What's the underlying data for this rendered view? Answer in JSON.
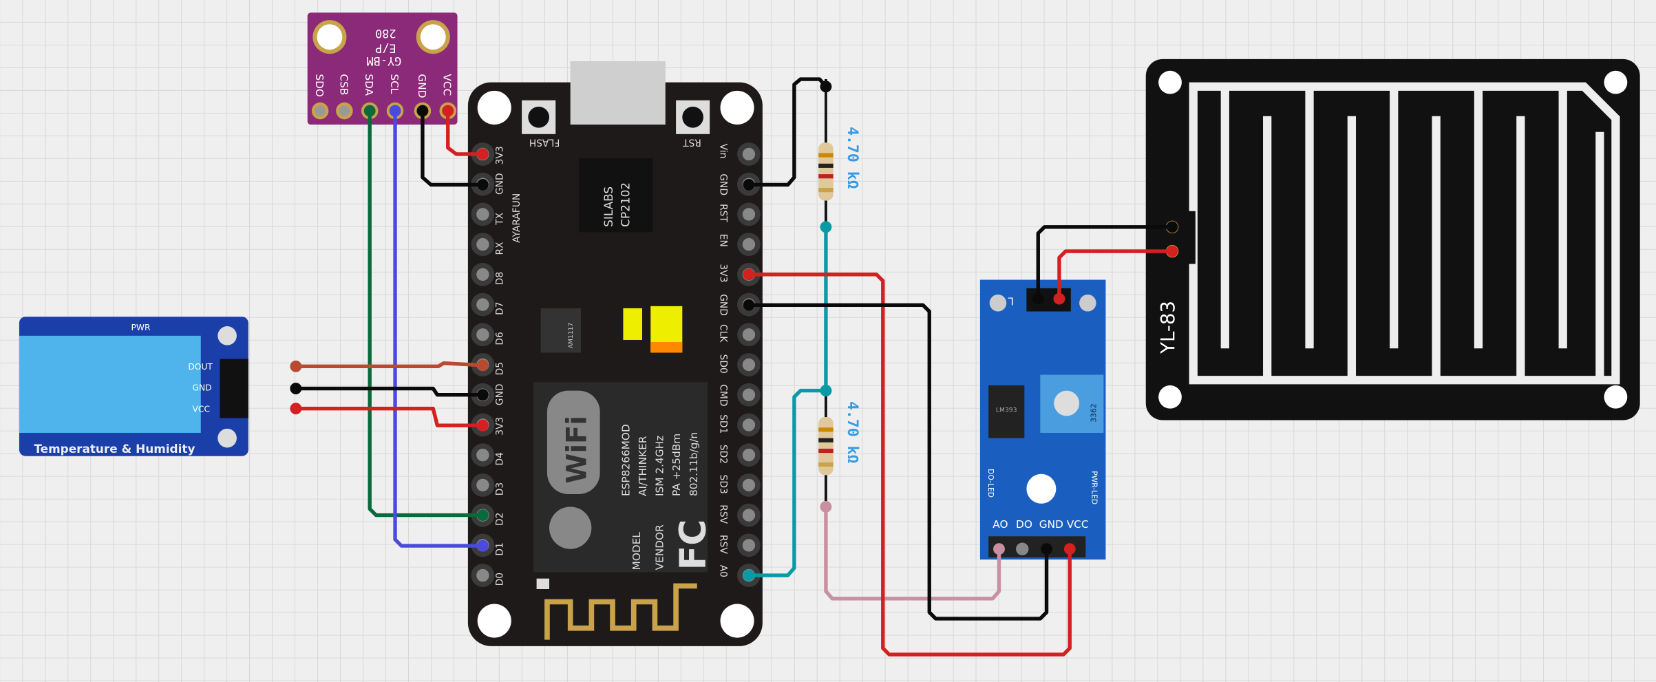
{
  "bmp280": {
    "title_a": "280",
    "title_b": "GY-BM",
    "title_c": "E/P",
    "pins": [
      "SDO",
      "CSB",
      "SDA",
      "SCL",
      "GND",
      "VCC"
    ]
  },
  "nodemcu": {
    "flash": "FLASH",
    "rst": "RST",
    "brand": "AYARAFUN",
    "chip_a": "SILABS",
    "chip_b": "CP2102",
    "reg": "AM1117",
    "wifi": "WiFi",
    "module_lines": [
      "ESP8266MOD",
      "AI/THINKER",
      "ISM 2.4GHz",
      "PA +25dBm",
      "802.11b/g/n"
    ],
    "model": "MODEL",
    "vendor": "VENDOR",
    "fc": "FC",
    "left_pins": [
      "3V3",
      "GND",
      "TX",
      "RX",
      "D8",
      "D7",
      "D6",
      "D5",
      "GND",
      "3V3",
      "D4",
      "D3",
      "D2",
      "D1",
      "D0"
    ],
    "right_pins": [
      "Vin",
      "GND",
      "RST",
      "EN",
      "3V3",
      "GND",
      "CLK",
      "SD0",
      "CMD",
      "SD1",
      "SD2",
      "SD3",
      "RSV",
      "RSV",
      "A0"
    ]
  },
  "dht": {
    "pins": [
      "DOUT",
      "GND",
      "VCC"
    ],
    "pwr": "PWR",
    "caption": "Temperature & Humidity"
  },
  "resistors": [
    {
      "label": "4.70 kΩ"
    },
    {
      "label": "4.70 kΩ"
    }
  ],
  "rain_module": {
    "pins": [
      "AO",
      "DO",
      "GND",
      "VCC"
    ],
    "do_led": "DO-LED",
    "pwr_led": "PWR-LED",
    "chip": "LM393",
    "pot": "3362",
    "mark": "L"
  },
  "rain_plate": {
    "label": "YL-83"
  },
  "colors": {
    "red": "#d42020",
    "black": "#0a0a0a",
    "green": "#0a6a3c",
    "blue": "#4a4ae0",
    "teal": "#0a9aa6",
    "pink": "#c890a0",
    "brown": "#b84a30"
  }
}
